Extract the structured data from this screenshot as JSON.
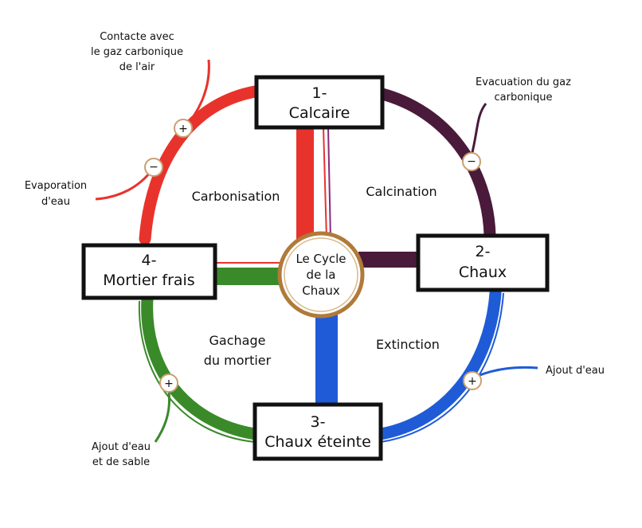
{
  "center": {
    "line1": "Le Cycle",
    "line2": "de la",
    "line3": "Chaux"
  },
  "nodes": {
    "calcaire": {
      "num": "1-",
      "label": "Calcaire"
    },
    "chaux": {
      "num": "2-",
      "label": "Chaux"
    },
    "chaux_eteinte": {
      "num": "3-",
      "label": "Chaux éteinte"
    },
    "mortier_frais": {
      "num": "4-",
      "label": "Mortier frais"
    }
  },
  "phases": {
    "calcination": "Calcination",
    "carbonisation": "Carbonisation",
    "extinction": "Extinction",
    "gachage_line1": "Gachage",
    "gachage_line2": "du mortier"
  },
  "annotations": {
    "contacte": {
      "line1": "Contacte avec",
      "line2": "le gaz carbonique",
      "line3": "de l'air",
      "sign": "+"
    },
    "evaporation": {
      "line1": "Evaporation",
      "line2": "d'eau",
      "sign": "−"
    },
    "evacuation": {
      "line1": "Evacuation du gaz",
      "line2": "carbonique",
      "sign": "−"
    },
    "ajout_eau": {
      "line1": "Ajout d'eau",
      "sign": "+"
    },
    "ajout_eau_sable": {
      "line1": "Ajout d'eau",
      "line2": "et de sable",
      "sign": "+"
    }
  },
  "colors": {
    "red": "#e8332c",
    "purple": "#4a1a3a",
    "blue": "#1f5bd6",
    "green": "#3a8a2a",
    "center_ring": "#b07a3a"
  }
}
